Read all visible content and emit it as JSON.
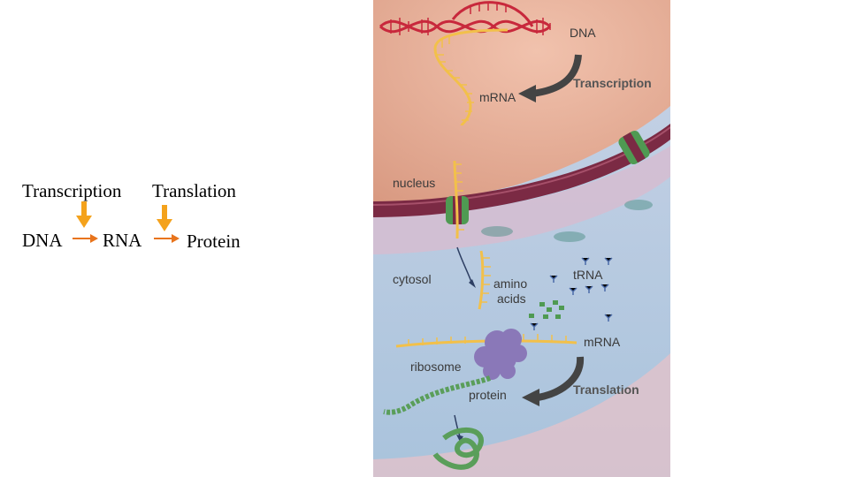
{
  "flow": {
    "transcription_label": "Transcription",
    "translation_label": "Translation",
    "dna_label": "DNA",
    "rna_label": "RNA",
    "protein_label": "Protein",
    "arrow_color": "#f4a21c",
    "small_arrow_color": "#e8741c"
  },
  "figure": {
    "dna_label": "DNA",
    "mrna_top_label": "mRNA",
    "transcription_label": "Transcription",
    "nucleus_label": "nucleus",
    "cytosol_label": "cytosol",
    "amino_acids_label_line1": "amino",
    "amino_acids_label_line2": "acids",
    "trna_label": "tRNA",
    "mrna_bottom_label": "mRNA",
    "ribosome_label": "ribosome",
    "protein_label": "protein",
    "translation_label": "Translation",
    "colors": {
      "nucleus_interior": "#e2ab92",
      "cytosol": "#b6cde0",
      "membrane": "#7b2a44",
      "dna": "#c8283c",
      "mrna": "#f2c04a",
      "ribosome": "#8a78b8",
      "protein": "#5a9e5a"
    }
  }
}
